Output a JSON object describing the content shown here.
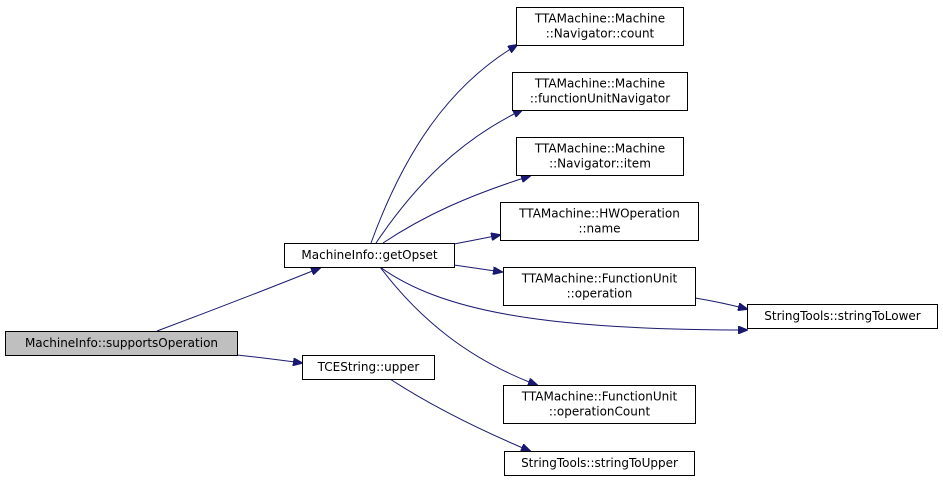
{
  "nodes": [
    {
      "id": "supportsOperation",
      "lines": [
        "MachineInfo::supportsOperation"
      ],
      "fill": "#bfbfbf",
      "border": "#000000"
    },
    {
      "id": "getOpset",
      "lines": [
        "MachineInfo::getOpset"
      ],
      "fill": "#ffffff",
      "border": "#000000"
    },
    {
      "id": "tceUpper",
      "lines": [
        "TCEString::upper"
      ],
      "fill": "#ffffff",
      "border": "#000000"
    },
    {
      "id": "navCount",
      "lines": [
        "TTAMachine::Machine",
        "::Navigator::count"
      ],
      "fill": "#ffffff",
      "border": "#000000"
    },
    {
      "id": "fuNavigator",
      "lines": [
        "TTAMachine::Machine",
        "::functionUnitNavigator"
      ],
      "fill": "#ffffff",
      "border": "#000000"
    },
    {
      "id": "navItem",
      "lines": [
        "TTAMachine::Machine",
        "::Navigator::item"
      ],
      "fill": "#ffffff",
      "border": "#000000"
    },
    {
      "id": "hwName",
      "lines": [
        "TTAMachine::HWOperation",
        "::name"
      ],
      "fill": "#ffffff",
      "border": "#000000"
    },
    {
      "id": "fuOperation",
      "lines": [
        "TTAMachine::FunctionUnit",
        "::operation"
      ],
      "fill": "#ffffff",
      "border": "#ff0000"
    },
    {
      "id": "toLower",
      "lines": [
        "StringTools::stringToLower"
      ],
      "fill": "#ffffff",
      "border": "#000000"
    },
    {
      "id": "opCount",
      "lines": [
        "TTAMachine::FunctionUnit",
        "::operationCount"
      ],
      "fill": "#ffffff",
      "border": "#000000"
    },
    {
      "id": "toUpper",
      "lines": [
        "StringTools::stringToUpper"
      ],
      "fill": "#ffffff",
      "border": "#000000"
    }
  ],
  "edges": [
    {
      "from": "supportsOperation",
      "to": "getOpset"
    },
    {
      "from": "supportsOperation",
      "to": "tceUpper"
    },
    {
      "from": "getOpset",
      "to": "navCount"
    },
    {
      "from": "getOpset",
      "to": "fuNavigator"
    },
    {
      "from": "getOpset",
      "to": "navItem"
    },
    {
      "from": "getOpset",
      "to": "hwName"
    },
    {
      "from": "getOpset",
      "to": "fuOperation"
    },
    {
      "from": "getOpset",
      "to": "toLower"
    },
    {
      "from": "getOpset",
      "to": "opCount"
    },
    {
      "from": "fuOperation",
      "to": "toLower"
    },
    {
      "from": "tceUpper",
      "to": "toUpper"
    }
  ],
  "colors": {
    "edge": "#191970",
    "text": "#000000"
  }
}
